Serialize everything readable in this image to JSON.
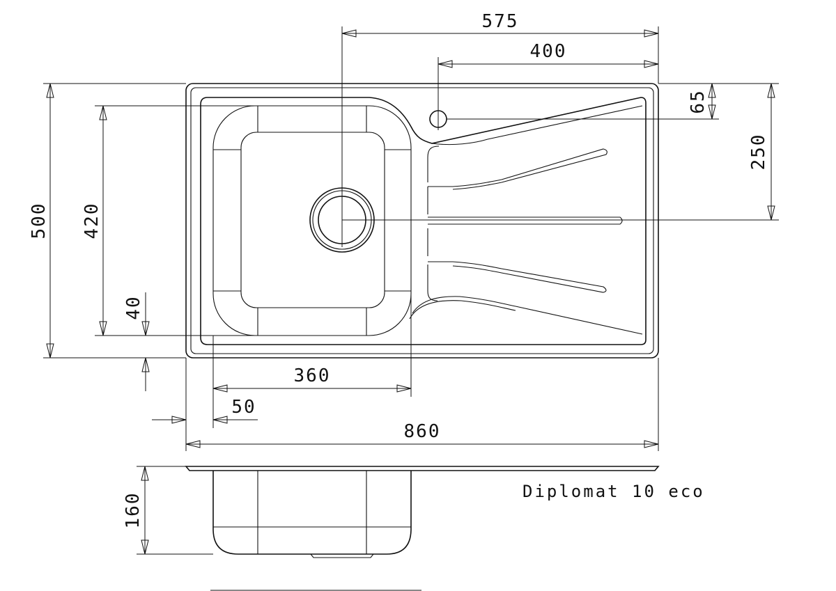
{
  "drawing": {
    "model_name": "Diplomat 10 eco",
    "dimensions": {
      "overall_width": "860",
      "faucet_from_bowl_center": "575",
      "faucet_from_right": "400",
      "faucet_from_top": "65",
      "drain_from_top": "250",
      "overall_depth": "500",
      "bowl_depth": "420",
      "bowl_front_offset": "40",
      "bowl_width": "360",
      "bowl_left_offset": "50",
      "bowl_height": "160"
    }
  }
}
